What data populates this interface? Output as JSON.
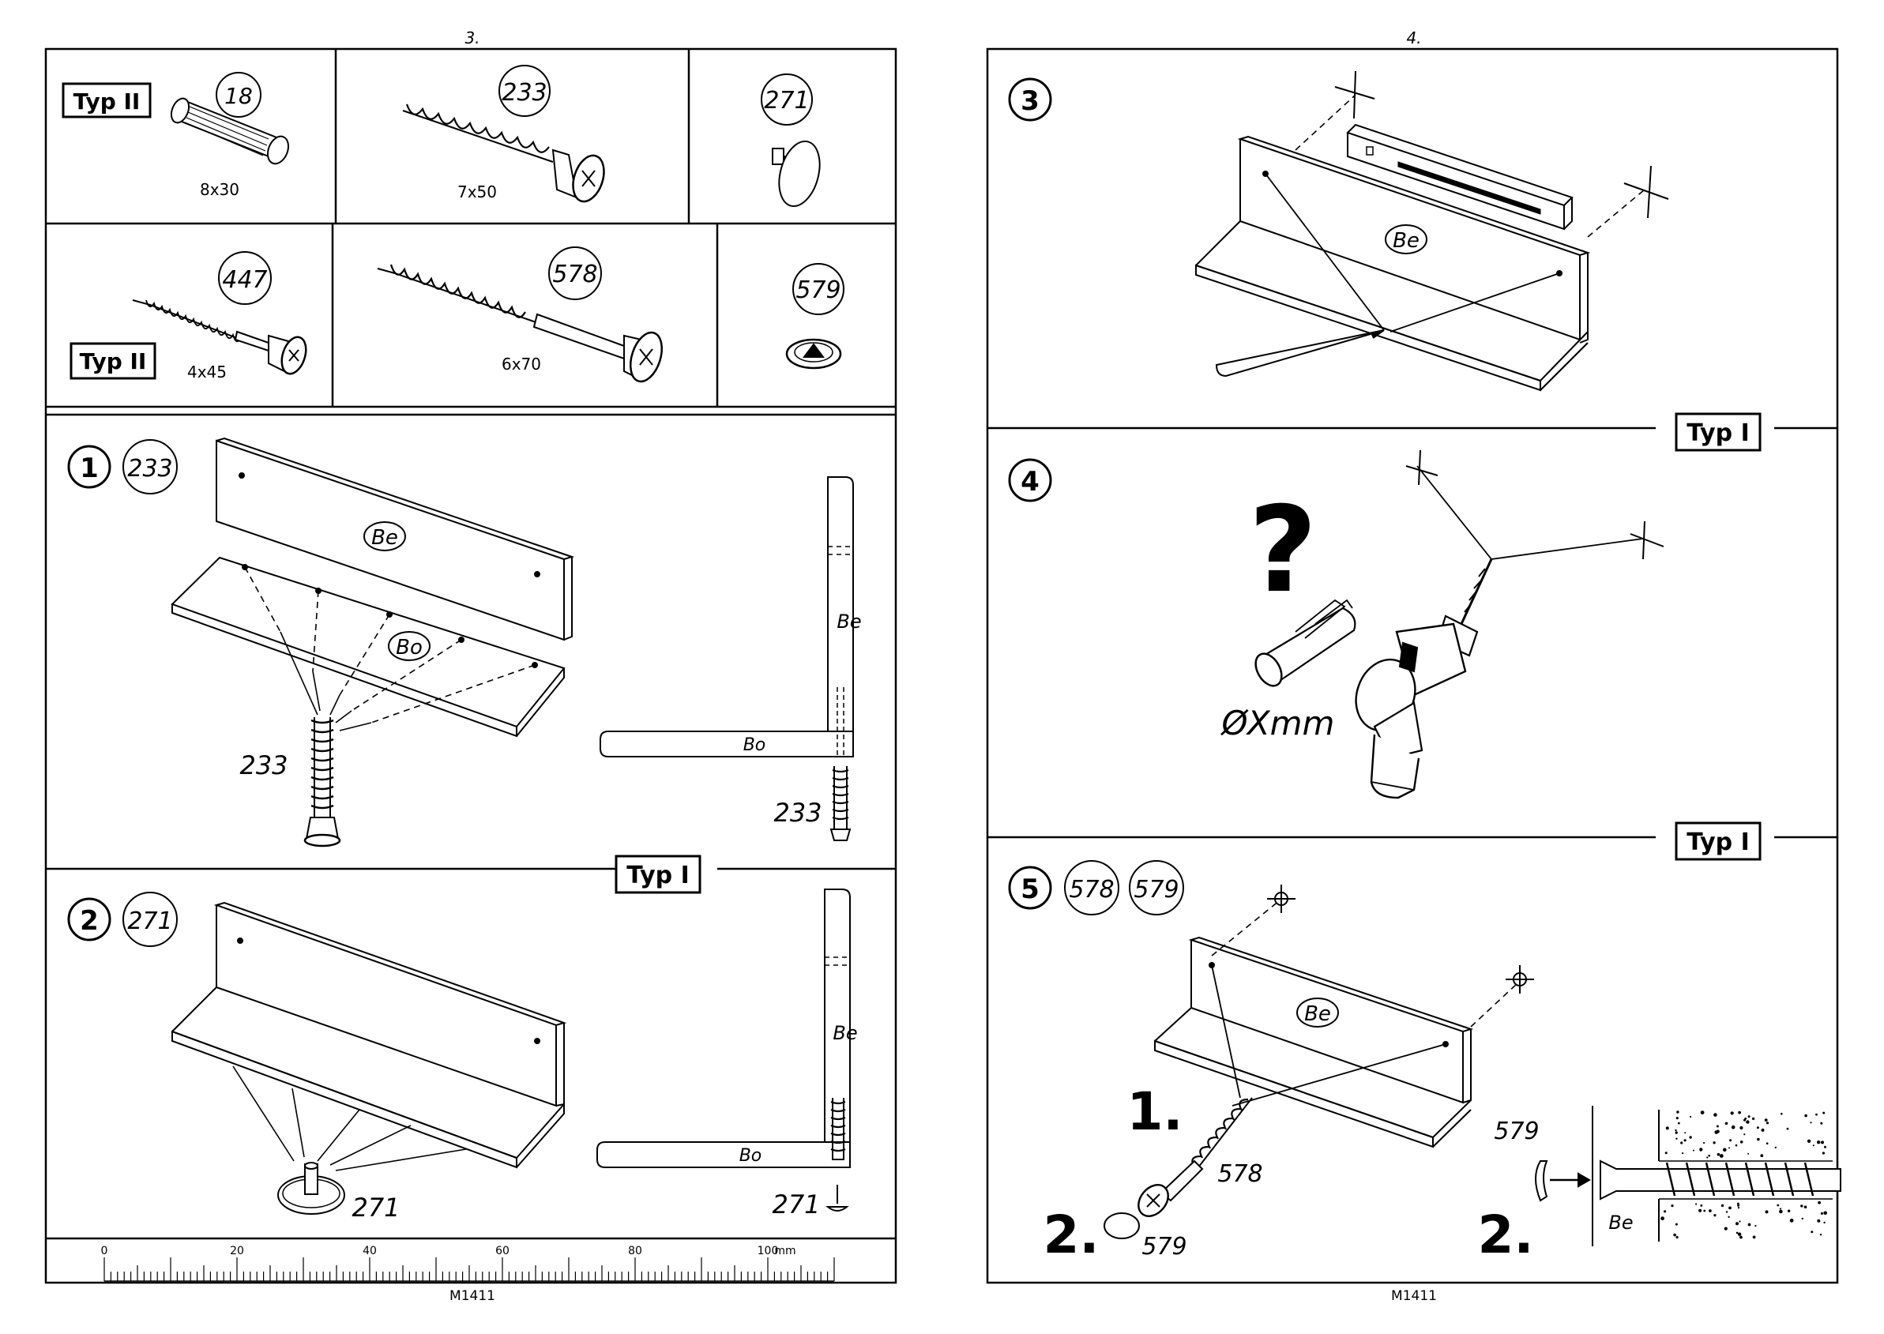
{
  "pages": [
    {
      "number": "3.",
      "code": "M1411"
    },
    {
      "number": "4.",
      "code": "M1411"
    }
  ],
  "parts": [
    {
      "id": "18",
      "size": "8x30",
      "type": "Typ II"
    },
    {
      "id": "233",
      "size": "7x50"
    },
    {
      "id": "271"
    },
    {
      "id": "447",
      "size": "4x45",
      "type": "Typ II"
    },
    {
      "id": "578",
      "size": "6x70"
    },
    {
      "id": "579"
    }
  ],
  "steps": [
    {
      "num": "1",
      "parts": [
        "233"
      ],
      "labels": {
        "back": "Be",
        "bottom": "Bo",
        "screw": "233"
      }
    },
    {
      "num": "2",
      "parts": [
        "271"
      ],
      "labels": {
        "back": "Be",
        "bottom": "Bo",
        "cap": "271"
      }
    },
    {
      "num": "3",
      "labels": {
        "back": "Be"
      }
    },
    {
      "num": "4",
      "labels": {
        "diameter": "ØXmm",
        "question": "?"
      }
    },
    {
      "num": "5",
      "parts": [
        "578",
        "579"
      ],
      "labels": {
        "back": "Be",
        "screw": "578",
        "cap": "579",
        "first": "1.",
        "second": "2."
      }
    }
  ],
  "section_types": {
    "step2": "Typ I",
    "step4": "Typ I",
    "step5": "Typ I"
  },
  "ruler": {
    "ticks": [
      "0",
      "20",
      "40",
      "60",
      "80",
      "100"
    ],
    "unit": "mm"
  }
}
